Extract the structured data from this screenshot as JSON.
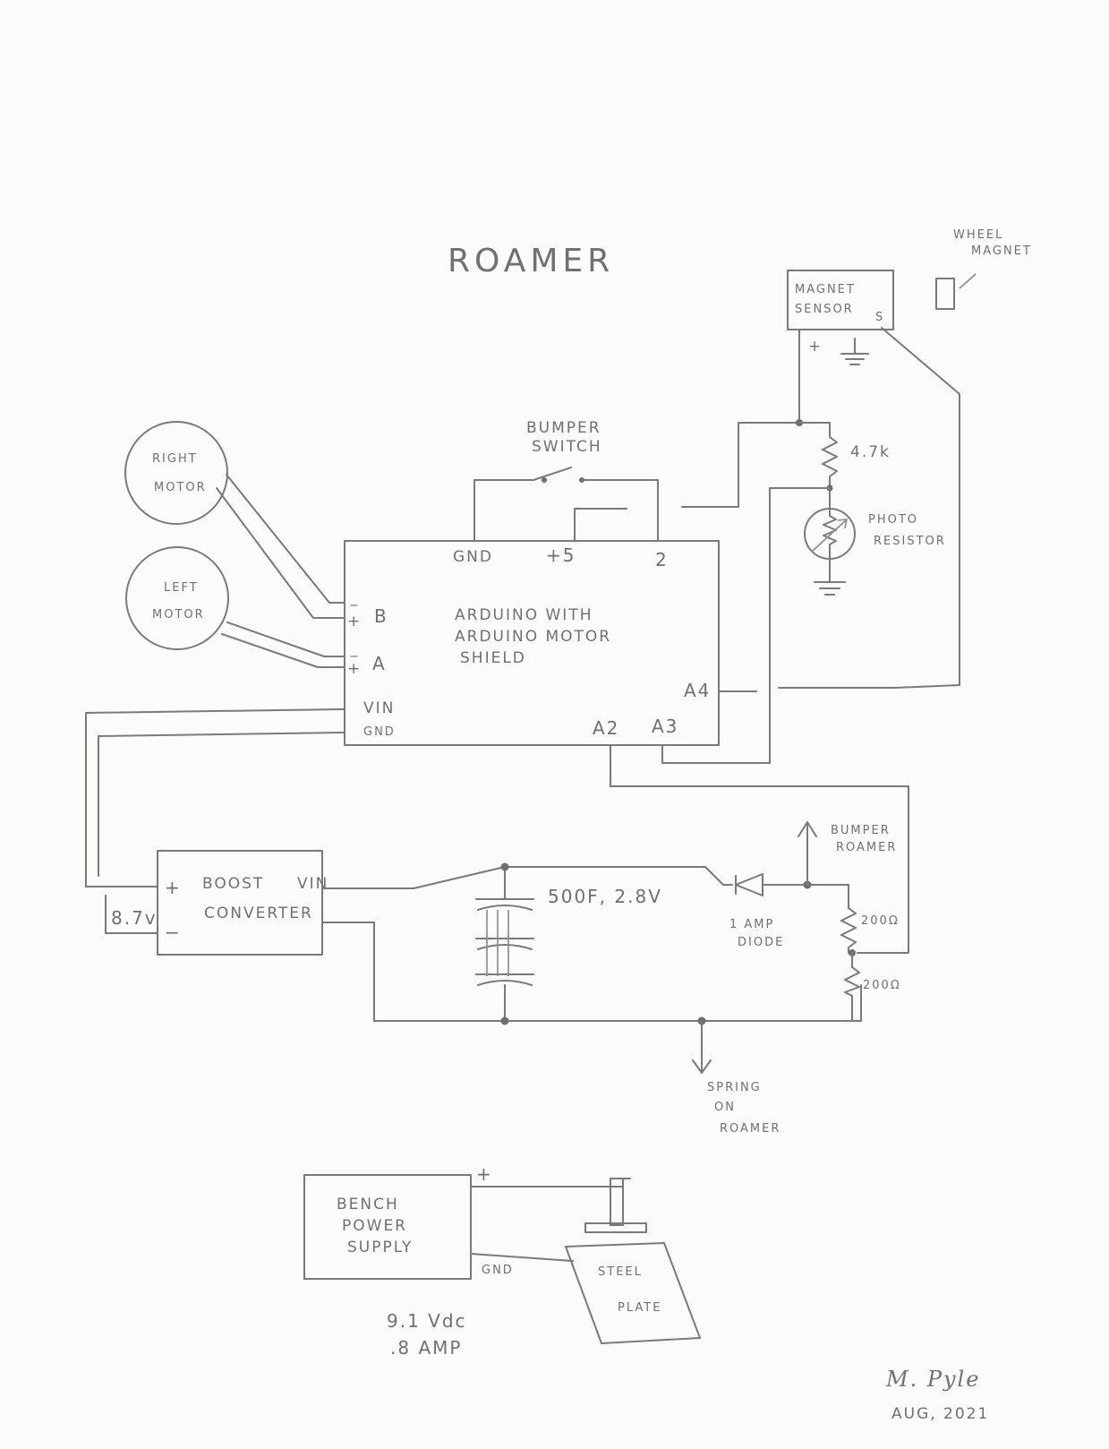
{
  "title": "ROAMER",
  "components": {
    "wheel_magnet": [
      "WHEEL",
      "MAGNET"
    ],
    "magnet_sensor": [
      "MAGNET",
      "SENSOR"
    ],
    "sensor_pins": {
      "s": "S",
      "plus": "+"
    },
    "bumper_switch": [
      "BUMPER",
      "SWITCH"
    ],
    "right_motor": [
      "RIGHT",
      "MOTOR"
    ],
    "left_motor": [
      "LEFT",
      "MOTOR"
    ],
    "resistor_top": "4.7k",
    "photo_resistor": [
      "PHOTO",
      "RESISTOR"
    ],
    "arduino_pins": {
      "gnd_top": "GND",
      "p5": "+5",
      "p2": "2",
      "b_minus": "−",
      "b_plus": "+",
      "b": "B",
      "a_minus": "−",
      "a_plus": "+",
      "a": "A",
      "vin": "VIN",
      "gnd": "GND",
      "a2": "A2",
      "a3": "A3",
      "a4": "A4"
    },
    "arduino": [
      "ARDUINO   WITH",
      "ARDUINO   MOTOR",
      "SHIELD"
    ],
    "boost": {
      "label": [
        "BOOST",
        "CONVERTER"
      ],
      "plus": "+",
      "minus": "−",
      "vin": "VIN",
      "voltage": "8.7v"
    },
    "capacitor": "500F, 2.8V",
    "diode": [
      "1 AMP",
      "DIODE"
    ],
    "bumper_roamer": [
      "BUMPER",
      "ROAMER"
    ],
    "r1": "200Ω",
    "r2": "200Ω",
    "spring": [
      "SPRING",
      "ON",
      "ROAMER"
    ],
    "bench": {
      "label": [
        "BENCH",
        "POWER",
        "SUPPLY"
      ],
      "plus": "+",
      "gnd": "GND",
      "spec": [
        "9.1 Vdc",
        ".8 AMP"
      ]
    },
    "steel_plate": [
      "STEEL",
      "PLATE"
    ]
  },
  "signature": {
    "name": "M. Pyle",
    "date": "AUG, 2021"
  }
}
